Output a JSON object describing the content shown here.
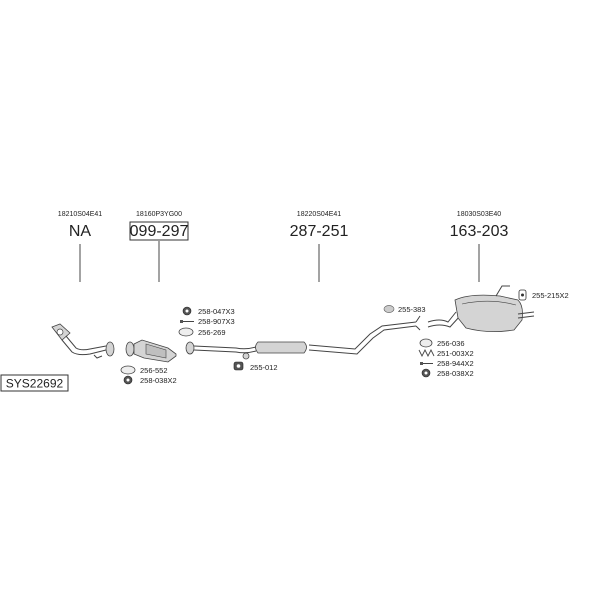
{
  "system_code": "SYS22692",
  "colors": {
    "line": "#444444",
    "fill": "#d4d4d4",
    "text": "#222222",
    "background": "#ffffff"
  },
  "assemblies": [
    {
      "oem": "18210S04E41",
      "part": "NA",
      "boxed": false
    },
    {
      "oem": "18160P3YG00",
      "part": "099-297",
      "boxed": true
    },
    {
      "oem": "18220S04E41",
      "part": "287-251",
      "boxed": false
    },
    {
      "oem": "18030S03E40",
      "part": "163-203",
      "boxed": false
    }
  ],
  "components": {
    "c1": {
      "label": "258-047X3",
      "icon": "nut-icon"
    },
    "c2": {
      "label": "258-907X3",
      "icon": "bolt-icon"
    },
    "c3": {
      "label": "256-269",
      "icon": "gasket-ring-icon"
    },
    "c4": {
      "label": "256-552",
      "icon": "gasket-ring-icon"
    },
    "c5": {
      "label": "258-038X2",
      "icon": "nut-icon"
    },
    "c6": {
      "label": "255-012",
      "icon": "rubber-hanger-icon"
    },
    "c7": {
      "label": "255-383",
      "icon": "rubber-ring-icon"
    },
    "c8": {
      "label": "255-215X2",
      "icon": "rubber-hanger-icon"
    },
    "c9": {
      "label": "256-036",
      "icon": "gasket-ring-icon"
    },
    "c10": {
      "label": "251-003X2",
      "icon": "spring-icon"
    },
    "c11": {
      "label": "258-944X2",
      "icon": "bolt-icon"
    },
    "c12": {
      "label": "258-038X2",
      "icon": "nut-icon"
    }
  }
}
